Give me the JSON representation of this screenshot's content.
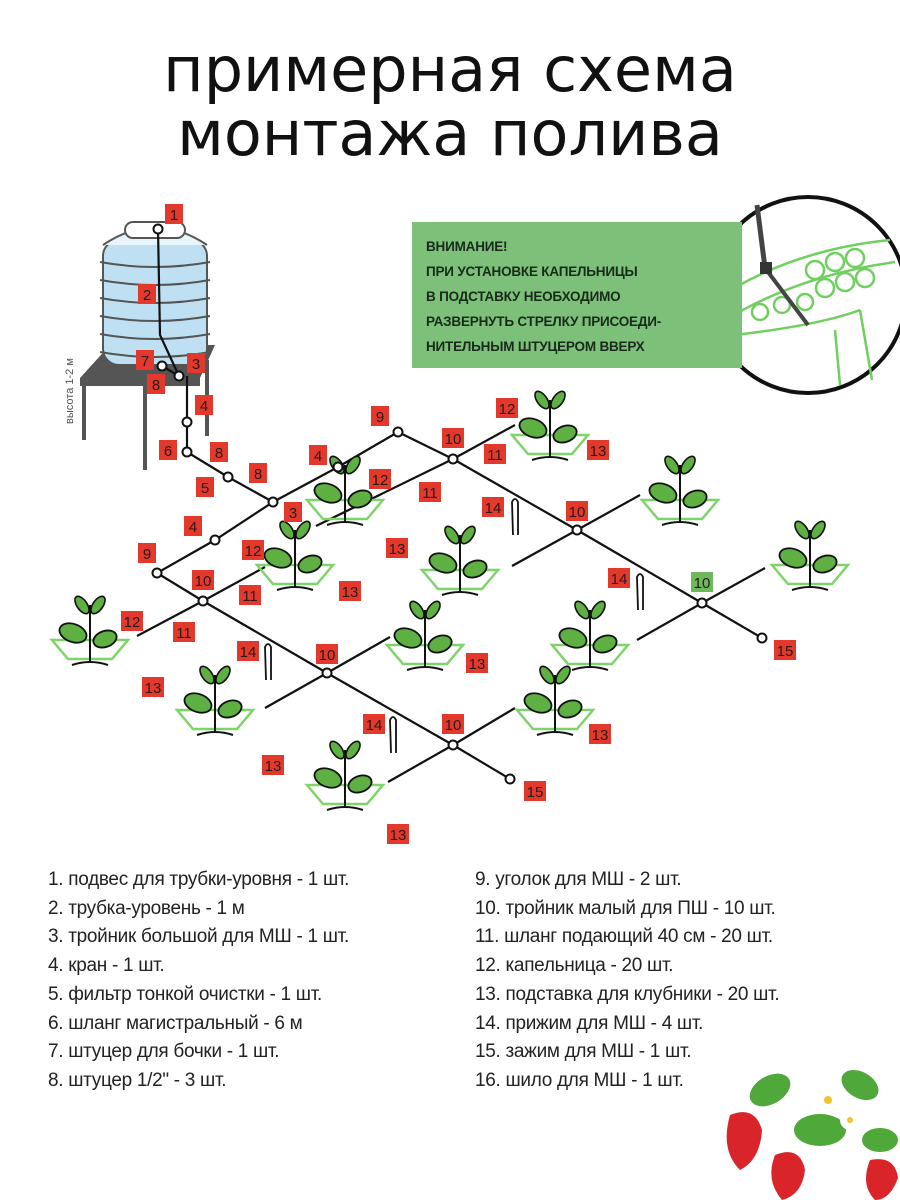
{
  "title": {
    "line1": "примерная схема",
    "line2": "монтажа полива"
  },
  "notice": {
    "lines": [
      "ВНИМАНИЕ!",
      "ПРИ УСТАНОВКЕ КАПЕЛЬНИЦЫ",
      "В ПОДСТАВКУ НЕОБХОДИМО",
      "РАЗВЕРНУТЬ СТРЕЛКУ ПРИСОЕДИ-",
      "НИТЕЛЬНЫМ ШТУЦЕРОМ ВВЕРХ"
    ]
  },
  "tank_height_label": "высота 1-2 м",
  "colors": {
    "marker_red": "#e2392c",
    "marker_green": "#6cb85a",
    "leaf": "#5fb043",
    "tray": "#7fd36a",
    "notice_bg": "#7cc07a",
    "water": "#bfe0f2"
  },
  "markers": [
    "1",
    "2",
    "7",
    "3",
    "8",
    "4",
    "6",
    "8",
    "5",
    "8",
    "3",
    "4",
    "9",
    "10",
    "12",
    "11",
    "12",
    "11",
    "13",
    "14",
    "13",
    "10",
    "14",
    "10",
    "15",
    "4",
    "9",
    "12",
    "10",
    "11",
    "13",
    "12",
    "11",
    "14",
    "10",
    "13",
    "13",
    "14",
    "10",
    "13",
    "13",
    "15",
    "13"
  ],
  "legend": {
    "left": [
      "1. подвес для трубки-уровня - 1 шт.",
      "2. трубка-уровень - 1 м",
      "3. тройник большой для МШ - 1 шт.",
      "4. кран - 1 шт.",
      "5. фильтр тонкой очистки - 1 шт.",
      "6. шланг магистральный - 6 м",
      "7. штуцер для бочки - 1 шт.",
      "8. штуцер 1/2\" - 3 шт."
    ],
    "right": [
      "9. уголок для МШ - 2 шт.",
      "10. тройник малый для ПШ - 10 шт.",
      "11. шланг подающий 40 см - 20 шт.",
      "12. капельница - 20 шт.",
      "13. подставка для клубники - 20 шт.",
      "14. прижим для МШ - 4 шт.",
      "15. зажим для МШ - 1 шт.",
      "16. шило для МШ - 1 шт."
    ]
  }
}
